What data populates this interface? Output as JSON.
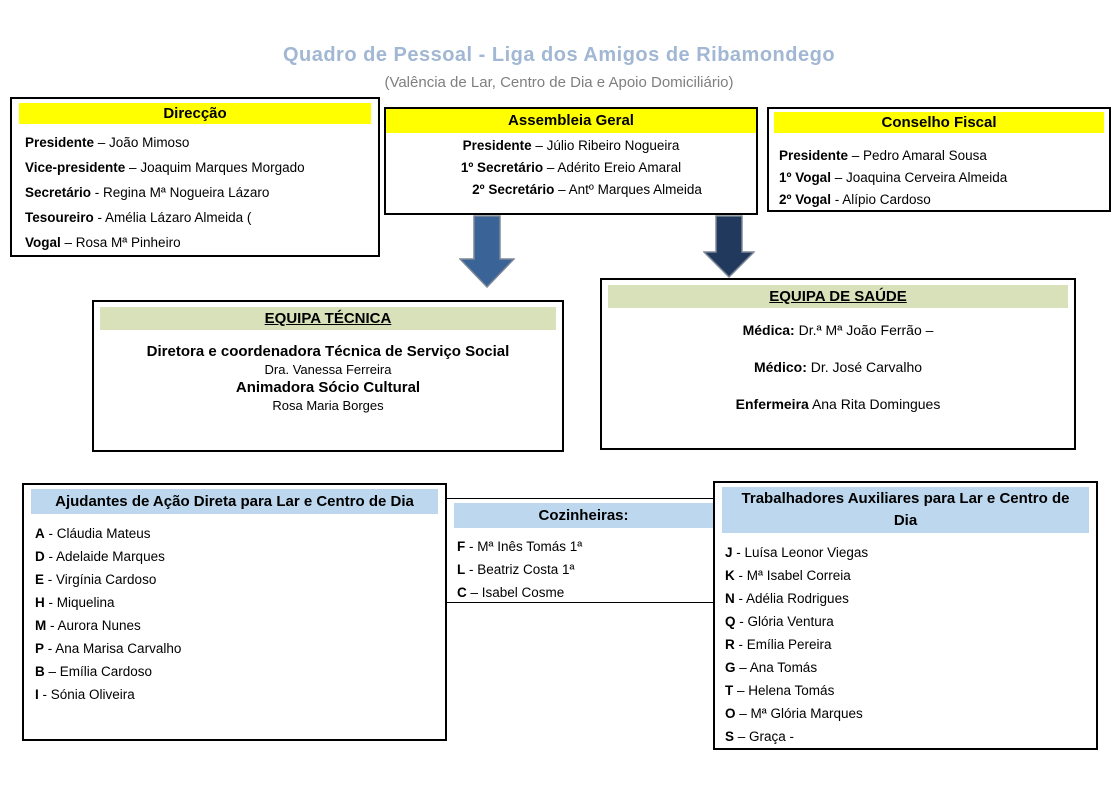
{
  "title": "Quadro de Pessoal - Liga dos Amigos de Ribamondego",
  "subtitle": "(Valência de Lar, Centro de Dia e Apoio Domiciliário)",
  "colors": {
    "title_text": "#A1B7D3",
    "subtitle_text": "#7F7F7F",
    "yellow_header": "#FFFF00",
    "green_header": "#D9E1BB",
    "blue_header": "#BDD7EE",
    "arrow_left_fill": "#3A6398",
    "arrow_right_fill": "#20395C",
    "arrow_outline": "#7E8896"
  },
  "boards": {
    "direccao": {
      "title": "Direcção",
      "members": [
        {
          "role": "Presidente",
          "sep": "–",
          "name": "João Mimoso"
        },
        {
          "role": "Vice-presidente",
          "sep": "–",
          "name": "Joaquim Marques Morgado"
        },
        {
          "role": "Secretário",
          "sep": "-",
          "name": "Regina Mª Nogueira Lázaro"
        },
        {
          "role": "Tesoureiro",
          "sep": "-",
          "name": "Amélia Lázaro Almeida ("
        },
        {
          "role": "Vogal",
          "sep": "–",
          "name": "Rosa Mª Pinheiro"
        }
      ]
    },
    "assembleia": {
      "title": "Assembleia Geral",
      "members": [
        {
          "role": "Presidente",
          "sep": "–",
          "name": "Júlio Ribeiro Nogueira"
        },
        {
          "role": "1º Secretário",
          "sep": "–",
          "name": "Adérito Ereio Amaral"
        },
        {
          "role": "2º Secretário",
          "sep": "–",
          "name": "Antº Marques Almeida"
        }
      ]
    },
    "conselho": {
      "title": "Conselho Fiscal",
      "members": [
        {
          "role": "Presidente",
          "sep": "–",
          "name": "Pedro Amaral Sousa"
        },
        {
          "role": "1º Vogal",
          "sep": "–",
          "name": "Joaquina Cerveira Almeida"
        },
        {
          "role": "2º Vogal",
          "sep": "-",
          "name": "Alípio Cardoso"
        }
      ]
    }
  },
  "teams": {
    "tecnica": {
      "title": "EQUIPA TÉCNICA",
      "roles": [
        {
          "role": "Diretora e coordenadora Técnica de Serviço Social",
          "name": "Dra. Vanessa Ferreira"
        },
        {
          "role": "Animadora Sócio Cultural",
          "name": "Rosa Maria Borges"
        }
      ]
    },
    "saude": {
      "title": "EQUIPA DE SAÚDE",
      "members": [
        {
          "label": "Médica:",
          "name": "Dr.ª Mª João Ferrão –"
        },
        {
          "label": "Médico:",
          "name": "Dr. José Carvalho"
        },
        {
          "label": "Enfermeira",
          "name": "Ana Rita Domingues"
        }
      ]
    }
  },
  "staff_groups": {
    "ajudantes": {
      "title": "Ajudantes de Ação Direta para Lar e Centro de Dia",
      "members": [
        {
          "code": "A",
          "sep": "-",
          "name": "Cláudia Mateus"
        },
        {
          "code": "D",
          "sep": "-",
          "name": "Adelaide Marques"
        },
        {
          "code": "E",
          "sep": "-",
          "name": "Virgínia Cardoso"
        },
        {
          "code": "H",
          "sep": "-",
          "name": "Miquelina"
        },
        {
          "code": "M",
          "sep": "-",
          "name": "Aurora Nunes"
        },
        {
          "code": "P",
          "sep": "-",
          "name": "Ana Marisa Carvalho"
        },
        {
          "code": "B",
          "sep": "–",
          "name": "Emília Cardoso"
        },
        {
          "code": "I",
          "sep": "-",
          "name": "Sónia Oliveira"
        }
      ]
    },
    "cozinheiras": {
      "title": "Cozinheiras:",
      "members": [
        {
          "code": "F",
          "sep": "-",
          "name": "Mª Inês Tomás 1ª"
        },
        {
          "code": "L",
          "sep": "-",
          "name": "Beatriz Costa 1ª"
        },
        {
          "code": "C",
          "sep": "–",
          "name": "Isabel Cosme"
        }
      ]
    },
    "trabalhadores": {
      "title": "Trabalhadores Auxiliares para Lar e Centro de Dia",
      "members": [
        {
          "code": "J",
          "sep": "-",
          "name": "Luísa Leonor Viegas"
        },
        {
          "code": "K",
          "sep": "-",
          "name": "Mª Isabel Correia"
        },
        {
          "code": "N",
          "sep": "-",
          "name": "Adélia Rodrigues"
        },
        {
          "code": "Q",
          "sep": "-",
          "name": "Glória Ventura"
        },
        {
          "code": "R",
          "sep": "-",
          "name": "Emília Pereira"
        },
        {
          "code": "G",
          "sep": "–",
          "name": "Ana Tomás"
        },
        {
          "code": "T",
          "sep": "–",
          "name": "Helena Tomás"
        },
        {
          "code": "O",
          "sep": "–",
          "name": "Mª Glória Marques"
        },
        {
          "code": "S",
          "sep": "–",
          "name": "Graça -"
        }
      ]
    }
  }
}
